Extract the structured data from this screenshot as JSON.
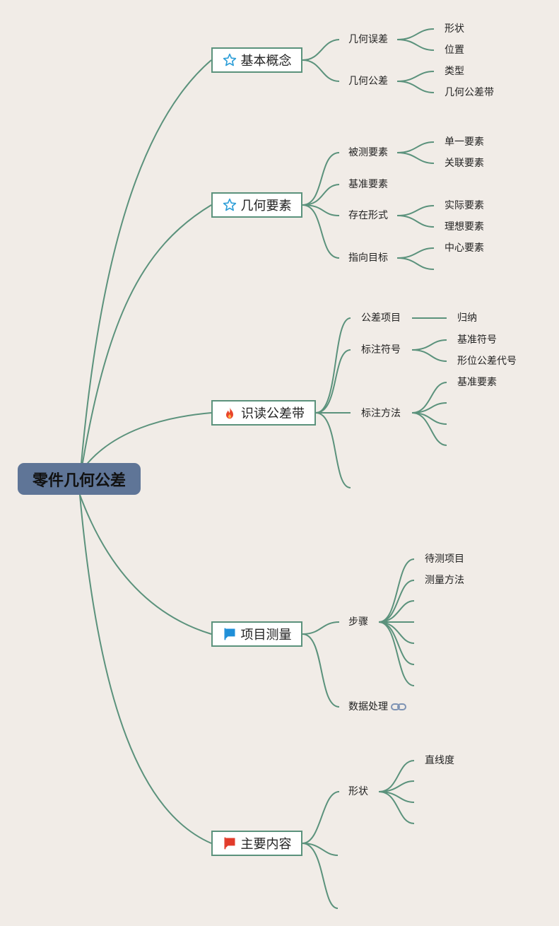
{
  "root": {
    "title": "零件几何公差"
  },
  "topics": {
    "basic": {
      "label": "基本概念",
      "icon": "star-icon",
      "children": [
        {
          "label": "几何误差",
          "children": [
            "形状",
            "位置"
          ]
        },
        {
          "label": "几何公差",
          "children": [
            "类型",
            "几何公差带"
          ]
        }
      ]
    },
    "elements": {
      "label": "几何要素",
      "icon": "star-icon",
      "children": [
        {
          "label": "被测要素",
          "children": [
            "单一要素",
            "关联要素"
          ]
        },
        {
          "label": "基准要素"
        },
        {
          "label": "存在形式",
          "children": [
            "实际要素",
            "理想要素"
          ]
        },
        {
          "label": "指向目标",
          "children": [
            "中心要素"
          ]
        }
      ]
    },
    "reading": {
      "label": "识读公差带",
      "icon": "fire-icon",
      "children": [
        {
          "label": "公差项目",
          "children": [
            "归纳"
          ]
        },
        {
          "label": "标注符号",
          "children": [
            "基准符号",
            "形位公差代号"
          ]
        },
        {
          "label": "标注方法",
          "children": [
            "基准要素"
          ]
        }
      ]
    },
    "measure": {
      "label": "项目测量",
      "icon": "blue-flag-icon",
      "children": [
        {
          "label": "步骤",
          "children": [
            "待测项目",
            "测量方法"
          ]
        },
        {
          "label": "数据处理",
          "icon": "link-icon"
        }
      ]
    },
    "content": {
      "label": "主要内容",
      "icon": "red-flag-icon",
      "children": [
        {
          "label": "形状",
          "children": [
            "直线度"
          ]
        }
      ]
    }
  },
  "colors": {
    "background": "#f1ece7",
    "line": "#5b927c",
    "root": "#5f7597",
    "star": "#2f9fd8",
    "fire": "#e8452c",
    "blue_flag": "#1f8fd8",
    "red_flag": "#e23b2a"
  }
}
